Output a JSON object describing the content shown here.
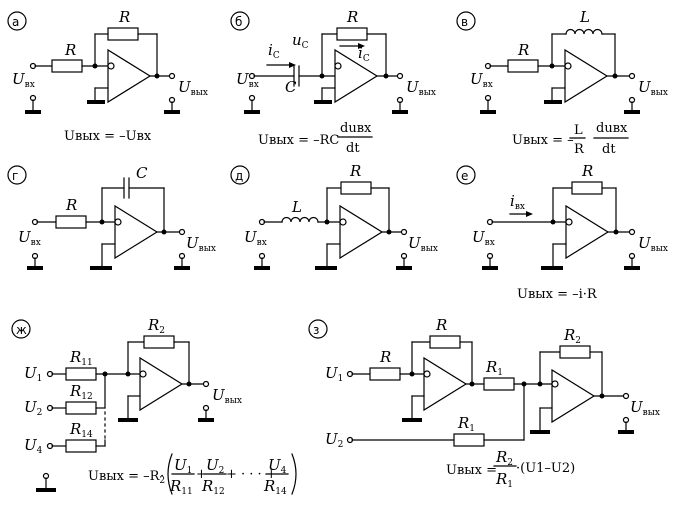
{
  "panels": {
    "a": {
      "letter": "а",
      "formula": "Uвых = –Uвх"
    },
    "b": {
      "letter": "б",
      "formula_left": "Uвых = –RC",
      "frac_top": "duвх",
      "frac_bottom": "dt"
    },
    "v": {
      "letter": "в",
      "formula_left": "Uвых = –",
      "frac1_top": "L",
      "frac1_bottom": "R",
      "frac2_top": "duвх",
      "frac2_bottom": "dt"
    },
    "g": {
      "letter": "г"
    },
    "d": {
      "letter": "д"
    },
    "e": {
      "letter": "е",
      "formula": "Uвых = –i·R"
    },
    "zh": {
      "letter": "ж",
      "formula_left": "Uвых = –R",
      "formula_sub": "2",
      "terms": [
        "U1/R11",
        "U2/R12",
        "U4/R14"
      ],
      "dots": "+ · · · +"
    },
    "z": {
      "letter": "з",
      "formula_left": "Uвых =",
      "frac_top": "R2",
      "frac_bottom": "R1",
      "formula_right": "·(U1–U2)"
    }
  },
  "labels": {
    "R": "R",
    "L": "L",
    "C": "C",
    "U": "U",
    "in": "вх",
    "out": "вых",
    "u": "u",
    "i": "i",
    "c": "C",
    "one": "1",
    "two": "2",
    "four": "4",
    "r11": "11",
    "r12": "12",
    "r14": "14"
  }
}
